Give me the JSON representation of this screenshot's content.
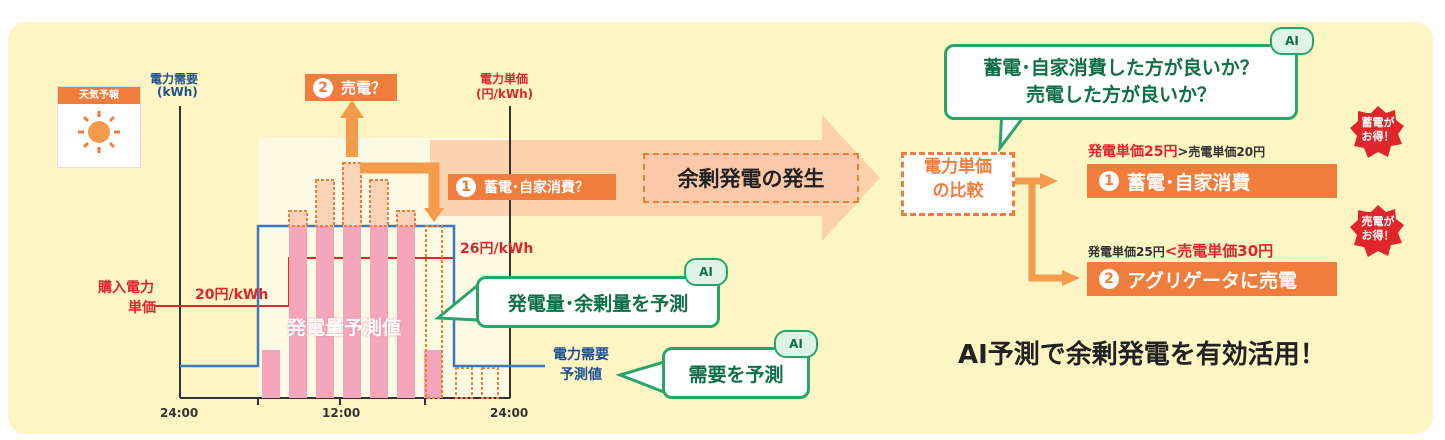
{
  "weather": {
    "label": "天気予報",
    "icon": "sun-icon"
  },
  "axes": {
    "left_label_1": "電力需要",
    "left_label_2": "(kWh)",
    "right_label_1": "電力単価",
    "right_label_2": "(円/kWh)",
    "x_ticks": [
      "24:00",
      "12:00",
      "24:00"
    ]
  },
  "labels": {
    "purchase_1": "購入電力",
    "purchase_2": "単価",
    "price_low": "20円/kWh",
    "price_high": "26円/kWh",
    "generation_forecast": "発電量予測値",
    "demand_forecast_1": "電力需要",
    "demand_forecast_2": "予測値"
  },
  "options": {
    "sell_num": "2",
    "sell_text": "売電？",
    "store_num": "1",
    "store_text": "蓄電･自家消費？"
  },
  "ai_boxes": {
    "ai_tag": "AI",
    "gen_forecast": "発電量･余剰量を予測",
    "demand_forecast": "需要を予測",
    "question_1": "蓄電･自家消費した方が良いか？",
    "question_2": "売電した方が良いか？"
  },
  "center": {
    "surplus": "余剰発電の発生",
    "compare_1": "電力単価",
    "compare_2": "の比較"
  },
  "results": {
    "r1_price_a": "発電単価25円",
    "r1_cmp": ">",
    "r1_price_b": "売電単価20円",
    "r1_num": "1",
    "r1_text": "蓄電･自家消費",
    "r1_badge_1": "蓄電が",
    "r1_badge_2": "お得！",
    "r2_price_a": "発電単価25円",
    "r2_cmp": "<",
    "r2_price_b": "売電単価30円",
    "r2_num": "2",
    "r2_text": "アグリゲータに売電",
    "r2_badge_1": "売電が",
    "r2_badge_2": "お得！"
  },
  "conclusion": "AI予測で余剰発電を有効活用！",
  "colors": {
    "orange": "#f07d3c",
    "green": "#2aa56a",
    "pink": "#f5a6bb",
    "blue": "#3a78c1",
    "red": "#e0262b"
  }
}
